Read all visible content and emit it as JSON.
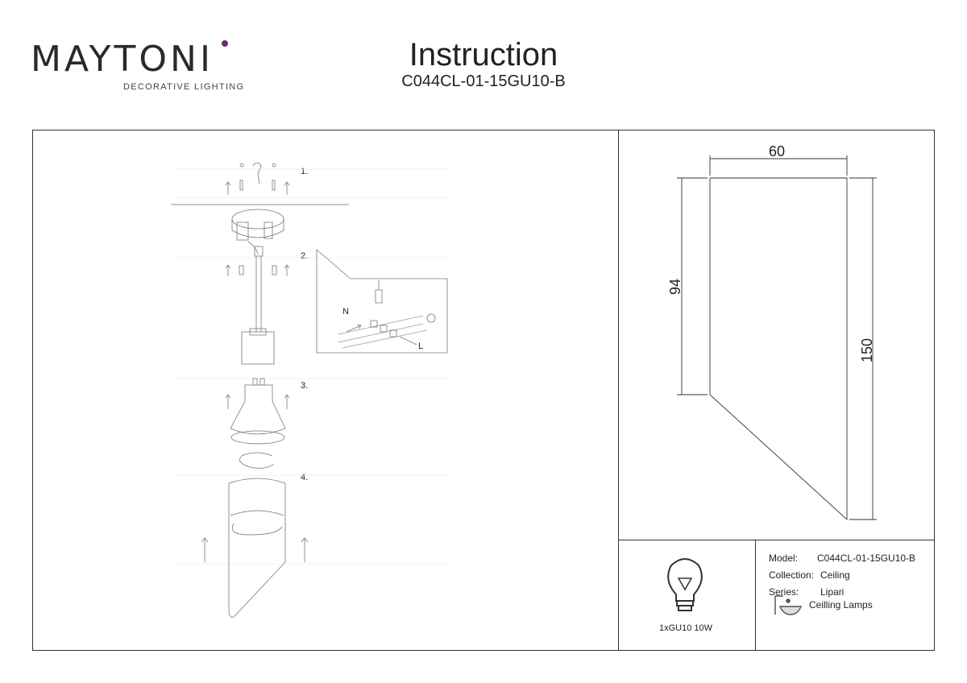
{
  "header": {
    "brand": "MAYTONI",
    "tagline": "DECORATIVE LIGHTING",
    "title": "Instruction",
    "model_code": "C044CL-01-15GU10-B"
  },
  "steps": [
    "1.",
    "2.",
    "3.",
    "4."
  ],
  "wiring_labels": {
    "neutral": "N",
    "live": "L"
  },
  "dimensions": {
    "width": "60",
    "height_short": "94",
    "height_long": "150"
  },
  "bulb": {
    "label": "1xGU10 10W"
  },
  "info": {
    "model_label": "Model:",
    "model_value": "C044CL-01-15GU10-B",
    "collection_label": "Collection:",
    "collection_value": "Ceiling",
    "series_label": "Series:",
    "series_value": "Lipari",
    "type_value": "Ceilling Lamps"
  },
  "colors": {
    "brand_dot": "#6b2a6d",
    "line": "#333333"
  }
}
